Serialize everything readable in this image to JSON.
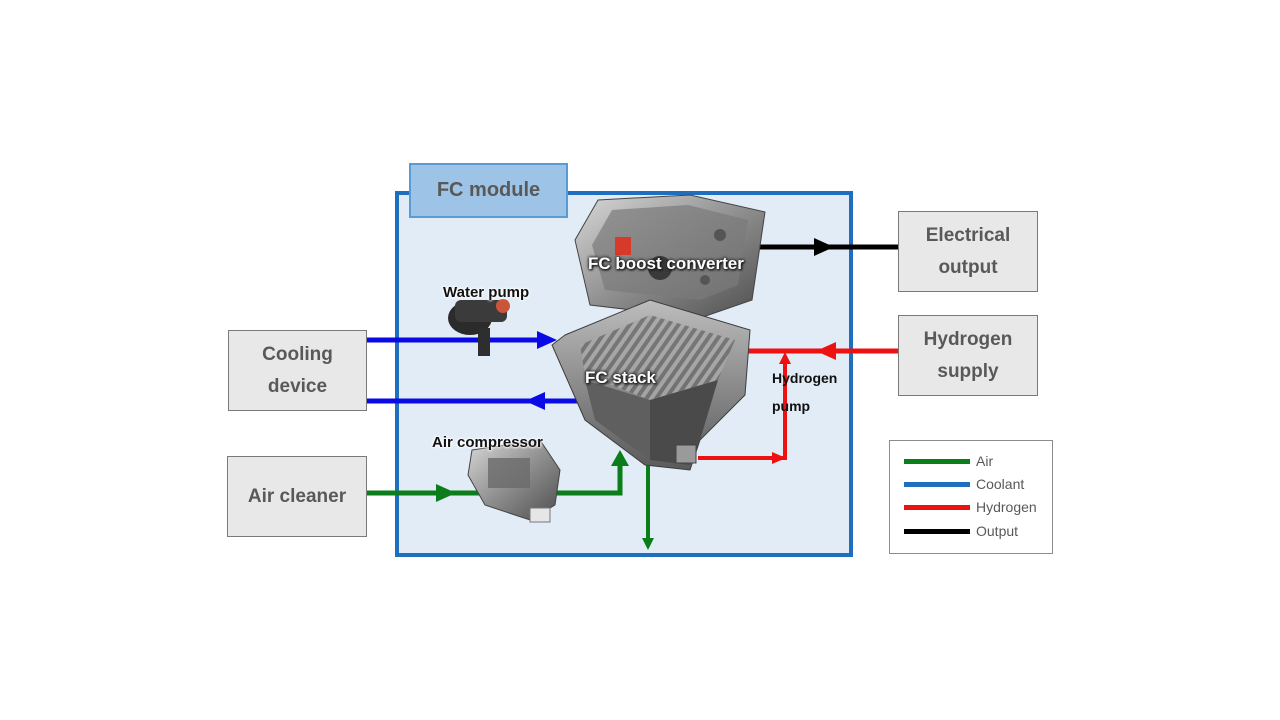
{
  "module": {
    "title": "FC module"
  },
  "external": {
    "cooling_device": [
      "Cooling",
      "device"
    ],
    "air_cleaner": "Air cleaner",
    "electrical_output": [
      "Electrical",
      "output"
    ],
    "hydrogen_supply": [
      "Hydrogen",
      "supply"
    ]
  },
  "components": {
    "water_pump": "Water pump",
    "air_compressor": "Air compressor",
    "fc_boost_converter": "FC boost converter",
    "fc_stack": "FC stack",
    "hydrogen_pump": [
      "Hydrogen",
      "pump"
    ]
  },
  "legend": [
    {
      "label": "Air",
      "color": "#0b7d1a"
    },
    {
      "label": "Coolant",
      "color": "#1f6fbe"
    },
    {
      "label": "Hydrogen",
      "color": "#ee1111"
    },
    {
      "label": "Output",
      "color": "#000000"
    }
  ],
  "line_colors": {
    "air": "#0b7d1a",
    "coolant": "#0a0ae6",
    "hydrogen": "#ee1111",
    "output": "#000000"
  }
}
